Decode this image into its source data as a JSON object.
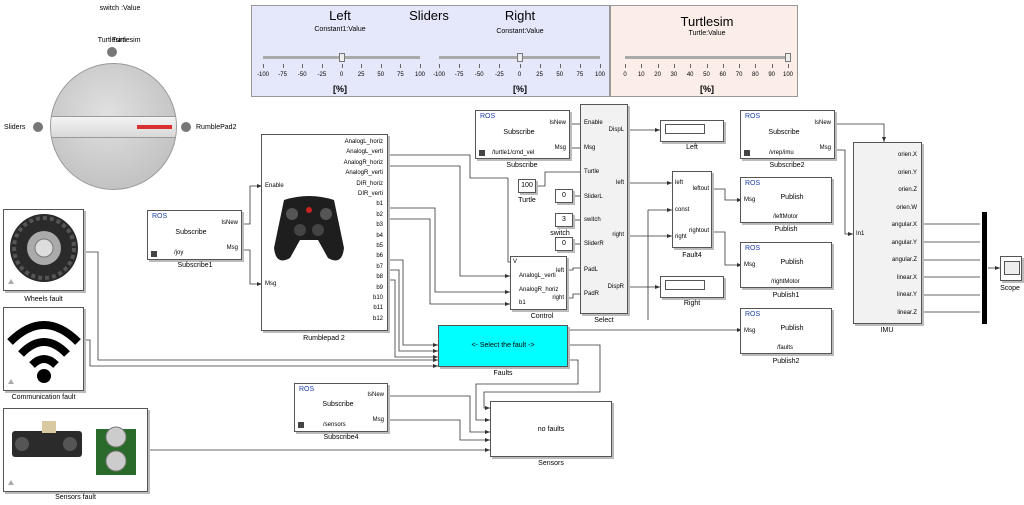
{
  "knob": {
    "caption": "switch :Value",
    "options": [
      "Turtlesim",
      "Sliders",
      "RumblePad2"
    ]
  },
  "slider_panel": {
    "title_left": "Left",
    "title_mid": "Sliders",
    "title_right": "Right",
    "left_sub": "Constant1:Value",
    "right_sub": "Constant:Value",
    "unit": "[%]",
    "ticks": [
      "-100",
      "-75",
      "-50",
      "-25",
      "0",
      "25",
      "50",
      "75",
      "100"
    ],
    "left_value": 0,
    "right_value": 0,
    "colors": {
      "bg": "#e5e8fb"
    }
  },
  "turtle_panel": {
    "title": "Turtlesim",
    "sub": "Turtle:Value",
    "unit": "[%]",
    "ticks": [
      "0",
      "10",
      "20",
      "30",
      "40",
      "50",
      "60",
      "70",
      "80",
      "90",
      "100"
    ],
    "value": 100,
    "colors": {
      "bg": "#fbeee8"
    }
  },
  "faults": {
    "wheels": "Wheels fault",
    "communication": "Communication fault",
    "sensors": "Sensors fault"
  },
  "blocks": {
    "subscribe1": {
      "ros": "ROS",
      "title": "Subscribe",
      "topic": "/joy",
      "isnew": "IsNew",
      "msg": "Msg",
      "caption": "Subscribe1"
    },
    "subscribe": {
      "ros": "ROS",
      "title": "Subscribe",
      "topic": "/turtle1/cmd_vel",
      "isnew": "IsNew",
      "msg": "Msg",
      "caption": "Subscribe"
    },
    "subscribe2": {
      "ros": "ROS",
      "title": "Subscribe",
      "topic": "/vrep/imu",
      "isnew": "IsNew",
      "msg": "Msg",
      "caption": "Subscribe2"
    },
    "subscribe4": {
      "ros": "ROS",
      "title": "Subscribe",
      "topic": "/sensors",
      "isnew": "IsNew",
      "msg": "Msg",
      "caption": "Subscribe4"
    },
    "rumblepad": {
      "caption": "Rumblepad 2",
      "in_enable": "Enable",
      "in_msg": "Msg",
      "outputs": [
        "AnalogL_horiz",
        "AnalogL_verti",
        "AnalogR_horiz",
        "AnalogR_verti",
        "DIR_horiz",
        "DIR_verti",
        "b1",
        "b2",
        "b3",
        "b4",
        "b5",
        "b6",
        "b7",
        "b8",
        "b9",
        "b10",
        "b11",
        "b12"
      ]
    },
    "control": {
      "caption": "Control",
      "in": [
        "V",
        "AnalogL_verti",
        "AnalogR_horiz",
        "b1"
      ],
      "out": [
        "left",
        "right"
      ]
    },
    "select": {
      "caption": "Select",
      "in": [
        "Enable",
        "Msg",
        "Turtle",
        "SliderL",
        "switch",
        "SliderR",
        "PadL",
        "PadR"
      ],
      "out": [
        "DispL",
        "left",
        "right",
        "DispR"
      ]
    },
    "turtle_const": {
      "value": "100",
      "caption": "Turtle"
    },
    "sliderl_const": {
      "value": "0"
    },
    "switch_const": {
      "value": "3",
      "caption": "switch"
    },
    "sliderr_const": {
      "value": "0"
    },
    "fault4": {
      "caption": "Fault4",
      "in": [
        "left",
        "const",
        "right"
      ],
      "out": [
        "leftout",
        "rightout"
      ]
    },
    "left_disp": {
      "caption": "Left"
    },
    "right_disp": {
      "caption": "Right"
    },
    "publish_left": {
      "ros": "ROS",
      "title": "Publish",
      "topic": "/leftMotor",
      "msg": "Msg",
      "caption": "Publish"
    },
    "publish_right": {
      "ros": "ROS",
      "title": "Publish",
      "topic": "/rightMotor",
      "msg": "Msg",
      "caption": "Publish1"
    },
    "publish_faults": {
      "ros": "ROS",
      "title": "Publish",
      "topic": "/faults",
      "msg": "Msg",
      "caption": "Publish2"
    },
    "faults_block": {
      "label": "<- Select the fault ->",
      "caption": "Faults",
      "color": "#00ffff"
    },
    "sensors_block": {
      "label": "no faults",
      "caption": "Sensors"
    },
    "imu": {
      "caption": "IMU",
      "in": "In1",
      "out": [
        "orien.X",
        "orien.Y",
        "orien.Z",
        "orien.W",
        "angular.X",
        "angular.Y",
        "angular.Z",
        "linear.X",
        "linear.Y",
        "linear.Z"
      ]
    },
    "scope": {
      "caption": "Scope"
    }
  }
}
